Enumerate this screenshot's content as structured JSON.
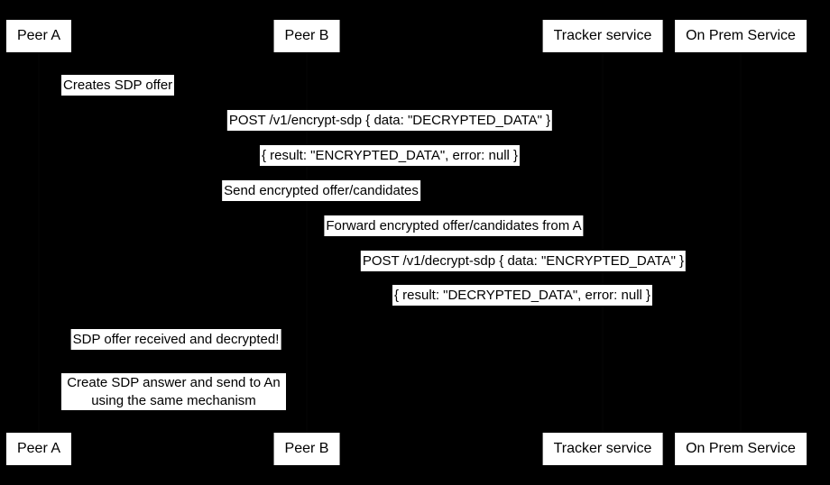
{
  "diagram": {
    "type": "sequence-diagram",
    "background_color": "#000000",
    "box_fill_color": "#ffffff",
    "text_color": "#000000"
  },
  "participants": [
    {
      "label": "Peer A"
    },
    {
      "label": "Peer B"
    },
    {
      "label": "Tracker service"
    },
    {
      "label": "On Prem Service"
    }
  ],
  "messages": [
    {
      "text": "Creates SDP offer"
    },
    {
      "text": "POST /v1/encrypt-sdp { data: \"DECRYPTED_DATA\" }"
    },
    {
      "text": "{ result: \"ENCRYPTED_DATA\", error: null }"
    },
    {
      "text": "Send encrypted offer/candidates"
    },
    {
      "text": "Forward encrypted offer/candidates from A"
    },
    {
      "text": "POST /v1/decrypt-sdp { data: \"ENCRYPTED_DATA\" }"
    },
    {
      "text": "{ result: \"DECRYPTED_DATA\", error: null }"
    },
    {
      "text": "SDP offer received and decrypted!"
    }
  ],
  "note": {
    "line1": "Create SDP answer and send to An",
    "line2": "using the same mechanism"
  }
}
